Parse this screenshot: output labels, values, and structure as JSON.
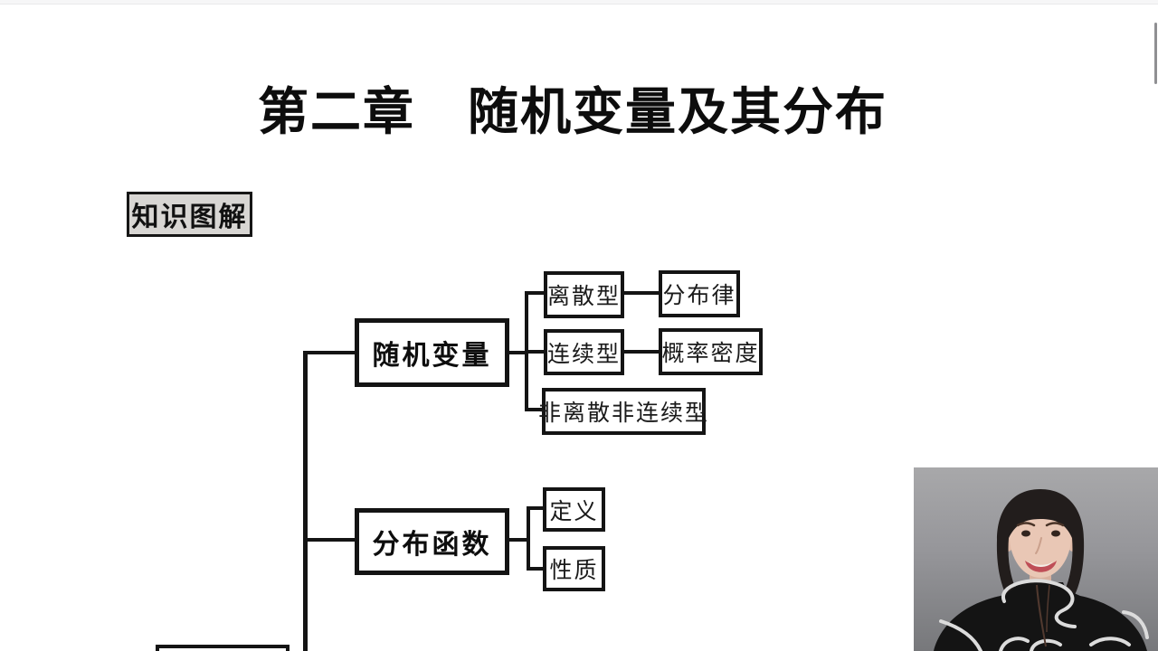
{
  "slide": {
    "title": "第二章　随机变量及其分布",
    "section_label": "知识图解"
  },
  "diagram": {
    "nodes": {
      "random_variable": "随机变量",
      "discrete": "离散型",
      "distribution_law": "分布律",
      "continuous": "连续型",
      "probability_density": "概率密度",
      "non_discrete_non_continuous": "非离散非连续型",
      "distribution_function": "分布函数",
      "definition": "定义",
      "properties": "性质"
    },
    "structure": [
      {
        "parent": "随机变量",
        "children": [
          "离散型",
          "连续型",
          "非离散非连续型"
        ]
      },
      {
        "parent": "离散型",
        "children": [
          "分布律"
        ]
      },
      {
        "parent": "连续型",
        "children": [
          "概率密度"
        ]
      },
      {
        "parent": "分布函数",
        "children": [
          "定义",
          "性质"
        ]
      },
      {
        "note": "trunk line continues to a further node cut off at the bottom edge"
      }
    ],
    "line_color": "#141414",
    "label_bg_color": "#d8d6d3"
  },
  "webcam": {
    "bg_top_color": "#a8a8aa",
    "bg_bottom_color": "#77787b",
    "sweater_color": "#141414",
    "pattern_color": "#dcdcdc"
  },
  "scrollbar_color": "#8f8f92"
}
